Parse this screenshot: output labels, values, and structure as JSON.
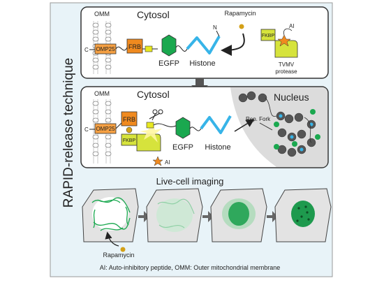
{
  "side_title": "RAPID-release technique",
  "panel_top": {
    "omm_label": "OMM",
    "cytosol_label": "Cytosol",
    "c_term": "C",
    "omp25": "OMP25",
    "frb": "FRB",
    "egfp": "EGFP",
    "histone": "Histone",
    "n_term": "N",
    "rapamycin": "Rapamycin",
    "fkbp": "FKBP",
    "ai": "AI",
    "protease_line1": "TVMV",
    "protease_line2": "protease"
  },
  "panel_mid": {
    "omm_label": "OMM",
    "cytosol_label": "Cytosol",
    "nucleus_label": "Nucleus",
    "c_term": "C",
    "omp25": "OMP25",
    "frb": "FRB",
    "fkbp": "FKBP",
    "egfp": "EGFP",
    "histone": "Histone",
    "rep_fork": "Rep. Fork",
    "ai": "AI"
  },
  "live_section": {
    "title": "Live-cell imaging",
    "rapamycin": "Rapamycin"
  },
  "footer": "AI: Auto-inhibitory peptide, OMM: Outer mitochondrial membrane",
  "colors": {
    "background_panel": "#e8f3f8",
    "omp25": "#f5a043",
    "frb": "#f08a1f",
    "fkbp": "#d6e33c",
    "egfp": "#1aa84f",
    "histone": "#37b4e8",
    "ai_star": "#f08a1f",
    "rapamycin": "#d4a017",
    "nucleus": "#dcdcdc",
    "cell": "#e3e3e3"
  }
}
